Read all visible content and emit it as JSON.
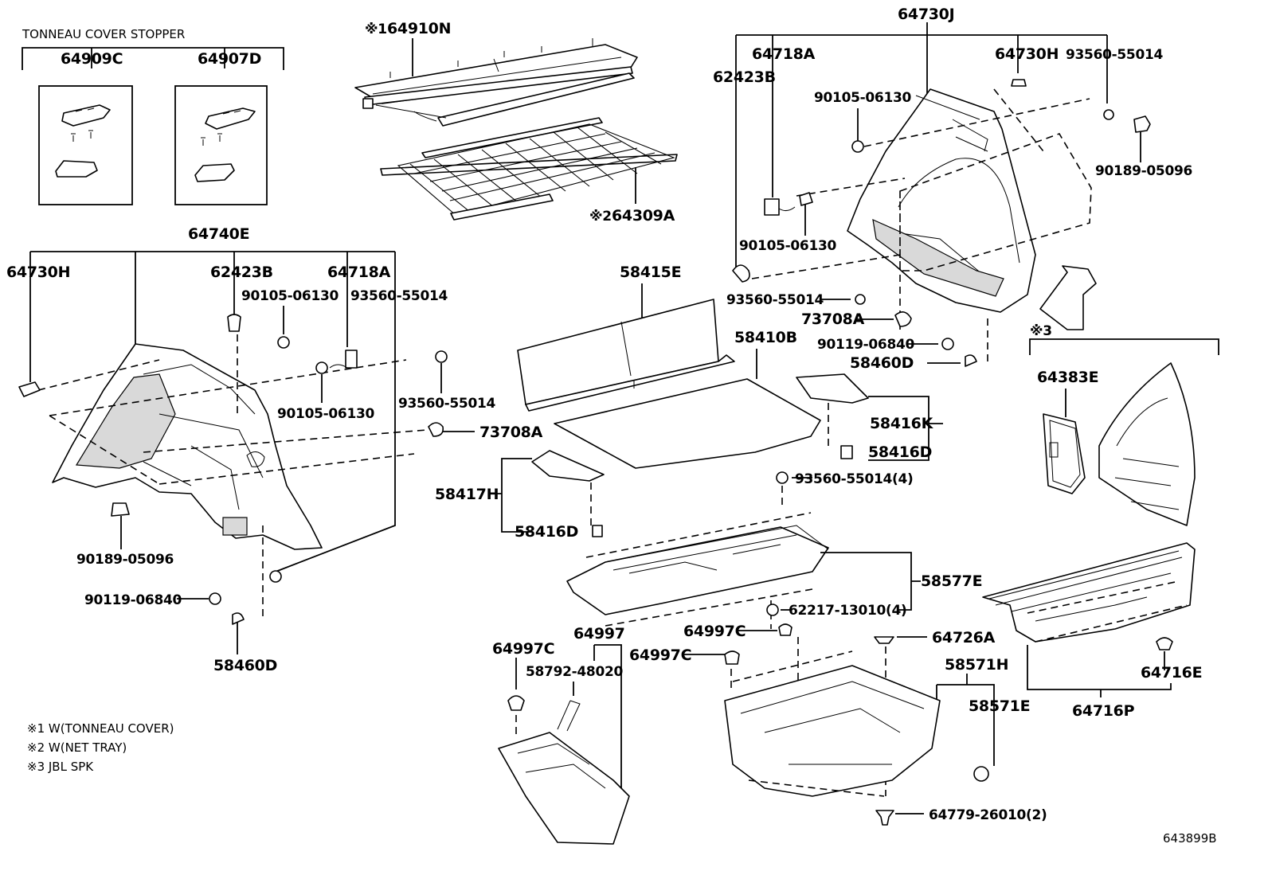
{
  "header_tonneau": "TONNEAU COVER STOPPER",
  "parts": {
    "p64909C": "64909C",
    "p64907D": "64907D",
    "p64910N": "64910N",
    "p64309A": "64309A",
    "p64730J": "64730J",
    "p64718A_r": "64718A",
    "p62423B_r": "62423B",
    "p64730H_r": "64730H",
    "p93560_r1": "93560-55014",
    "p90105_r1": "90105-06130",
    "p90189_r": "90189-05096",
    "p90105_r2": "90105-06130",
    "p93560_r2": "93560-55014",
    "p73708A_r": "73708A",
    "p90119_r": "90119-06840",
    "p58460D_r": "58460D",
    "p64740E": "64740E",
    "p64730H_l": "64730H",
    "p62423B_l": "62423B",
    "p64718A_l": "64718A",
    "p90105_l1": "90105-06130",
    "p93560_l1": "93560-55014",
    "p93560_l2": "93560-55014",
    "p90105_l2": "90105-06130",
    "p73708A_l": "73708A",
    "p90189_l": "90189-05096",
    "p90119_l": "90119-06840",
    "p58460D_l": "58460D",
    "p58415E": "58415E",
    "p58410B": "58410B",
    "p58416K": "58416K",
    "p58416D_r": "58416D",
    "p58417H": "58417H",
    "p58416D_l": "58416D",
    "p93560_4": "93560-55014(4)",
    "p58577E": "58577E",
    "p62217": "62217-13010(4)",
    "p64997C_a": "64997C",
    "p64997C_b": "64997C",
    "p64997C_c": "64997C",
    "p64997": "64997",
    "p58792": "58792-48020",
    "p64726A": "64726A",
    "p58571H": "58571H",
    "p58571E": "58571E",
    "p64779": "64779-26010(2)",
    "p64383E": "64383E",
    "p64716E": "64716E",
    "p64716P": "64716P"
  },
  "marks": {
    "m1": "※1",
    "m2": "※2",
    "m3": "※3"
  },
  "notes": {
    "n1": "※1 W(TONNEAU COVER)",
    "n2": "※2 W(NET TRAY)",
    "n3": "※3 JBL SPK"
  },
  "diagram_code": "643899B"
}
